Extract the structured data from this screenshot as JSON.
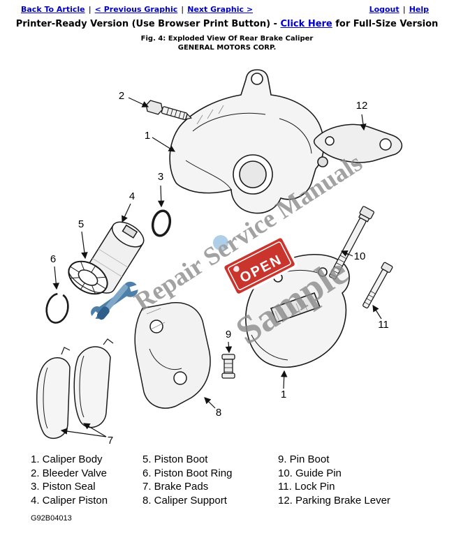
{
  "nav": {
    "back_to_article": "Back To Article",
    "previous_graphic": "< Previous Graphic",
    "next_graphic": "Next Graphic >",
    "logout": "Logout",
    "help": "Help",
    "separator": "|"
  },
  "header": {
    "printer_line_prefix": "Printer-Ready Version (Use Browser Print Button) - ",
    "full_size_link": "Click Here",
    "printer_line_suffix": " for Full-Size Version",
    "figure_caption": "Fig. 4: Exploded View Of Rear Brake Caliper",
    "company": "GENERAL MOTORS CORP."
  },
  "diagram": {
    "watermark_text": "Repair Service Manuals",
    "watermark_sample": "Sample",
    "open_badge": "OPEN",
    "callouts": {
      "c1_top": "1",
      "c2": "2",
      "c3": "3",
      "c4": "4",
      "c5": "5",
      "c6": "6",
      "c7": "7",
      "c8": "8",
      "c9": "9",
      "c10": "10",
      "c11": "11",
      "c12": "12",
      "c1_bottom": "1"
    }
  },
  "legend": {
    "columns": [
      [
        "1. Caliper Body",
        "2. Bleeder Valve",
        "3. Piston Seal",
        "4. Caliper Piston"
      ],
      [
        "5. Piston Boot",
        "6. Piston Boot Ring",
        "7. Brake Pads",
        "8. Caliper Support"
      ],
      [
        "9. Pin Boot",
        "10. Guide Pin",
        "11. Lock Pin",
        "12. Parking Brake Lever"
      ]
    ]
  },
  "footer": {
    "figure_id": "G92B04013"
  },
  "colors": {
    "link_blue": "#0000cc",
    "watermark_gray": "#8c8c8c",
    "open_sign_red": "#c9342c",
    "tool_logo_blue": "#4d7fa8"
  }
}
